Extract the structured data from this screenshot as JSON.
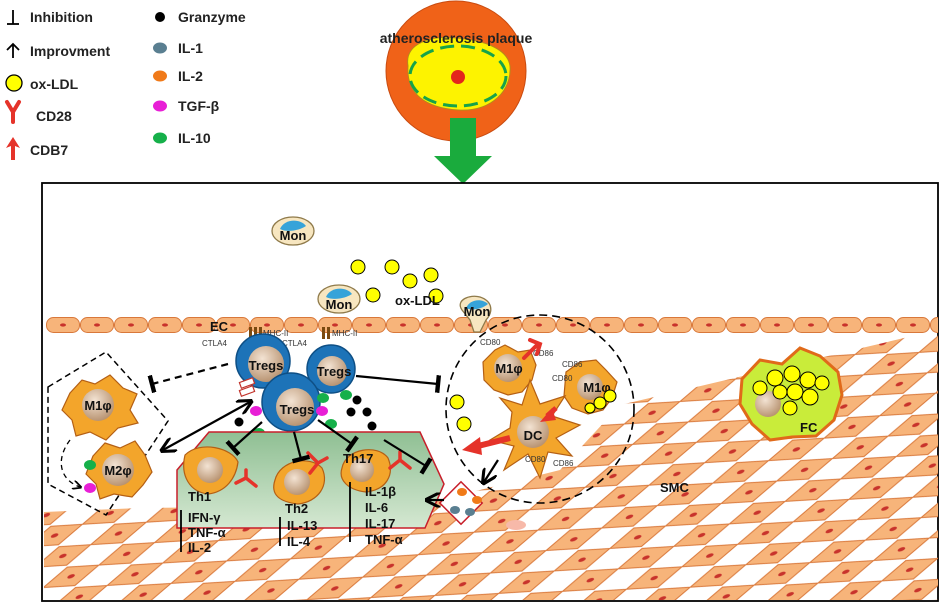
{
  "legend_left": [
    {
      "label": "Inhibition",
      "icon": "inhibition-icon"
    },
    {
      "label": "Improvment",
      "icon": "improvement-icon"
    },
    {
      "label": "ox-LDL",
      "icon": "ox-ldl-icon"
    },
    {
      "label": "CD28",
      "icon": "cd28-icon"
    },
    {
      "label": "CDB7",
      "icon": "cdb7-icon"
    }
  ],
  "legend_right": [
    {
      "label": "Granzyme",
      "color": "#000000"
    },
    {
      "label": "IL-1",
      "color": "#5a7f91"
    },
    {
      "label": "IL-2",
      "color": "#f07a19"
    },
    {
      "label": "TGF-β",
      "color": "#e81fd6"
    },
    {
      "label": "IL-10",
      "color": "#16b04a"
    }
  ],
  "plaque_title": "atherosclerosis plaque",
  "labels": {
    "mon1": "Mon",
    "mon2": "Mon",
    "mon3": "Mon",
    "oxldl": "ox-LDL",
    "ec": "EC",
    "ctla4_a": "CTLA4",
    "ctla4_b": "CTLA4",
    "mhc_a": "MHC-II",
    "mhc_b": "MHC-II",
    "tregs1": "Tregs",
    "tregs2": "Tregs",
    "tregs3": "Tregs",
    "m1_left": "M1φ",
    "m2_left": "M2φ",
    "m1_mid": "M1φ",
    "m1_right": "M1φ",
    "dc": "DC",
    "cd80_a": "CD80",
    "cd86_a": "CD86",
    "cd86_b": "CD86",
    "cd80_b": "CD80",
    "cd80_c": "CD80",
    "cd86_c": "CD86",
    "fc": "FC",
    "smc": "SMC",
    "th1": "Th1",
    "th2": "Th2",
    "th17": "Th17"
  },
  "th1_cytokines": [
    "IFN-γ",
    "TNF-α",
    "IL-2"
  ],
  "th2_cytokines": [
    "IL-13",
    "IL-4"
  ],
  "th17_cytokines": [
    "IL-1β",
    "IL-6",
    "IL-17",
    "TNF-α"
  ]
}
